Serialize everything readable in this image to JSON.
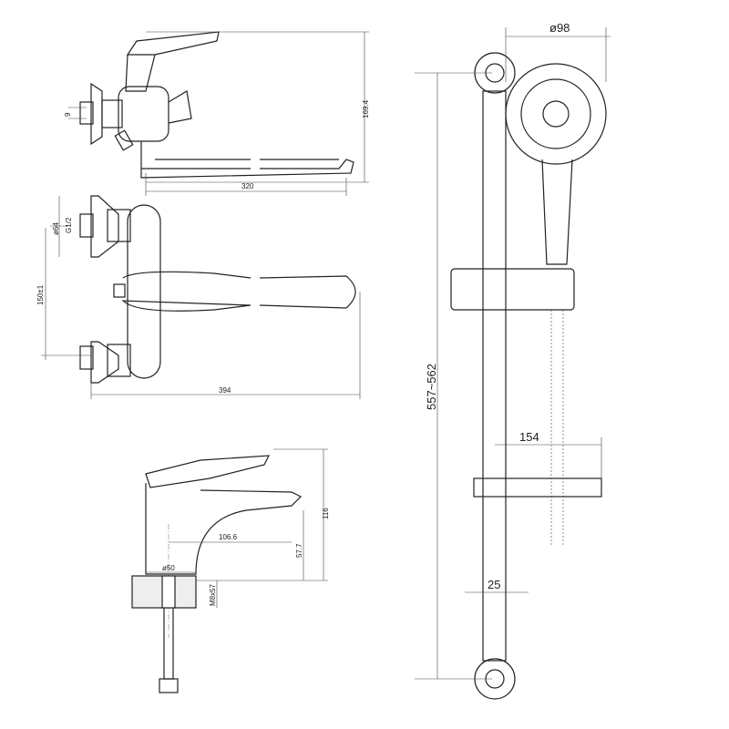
{
  "drawing": {
    "bath_mixer_side": {
      "height": "169.4",
      "spout_reach": "320",
      "connector": "9"
    },
    "bath_mixer_top": {
      "flange_diameter": "ø64",
      "thread": "G1/2",
      "centers": "150±1",
      "total_length": "394"
    },
    "basin_mixer": {
      "height": "116",
      "reach": "106.6",
      "spout_height": "57.7",
      "base_diameter": "ø50",
      "stud": "M8x57"
    },
    "shower_set": {
      "head_diameter": "ø98",
      "rail_length": "557~562",
      "holder_offset": "154",
      "rail_offset": "25"
    }
  }
}
